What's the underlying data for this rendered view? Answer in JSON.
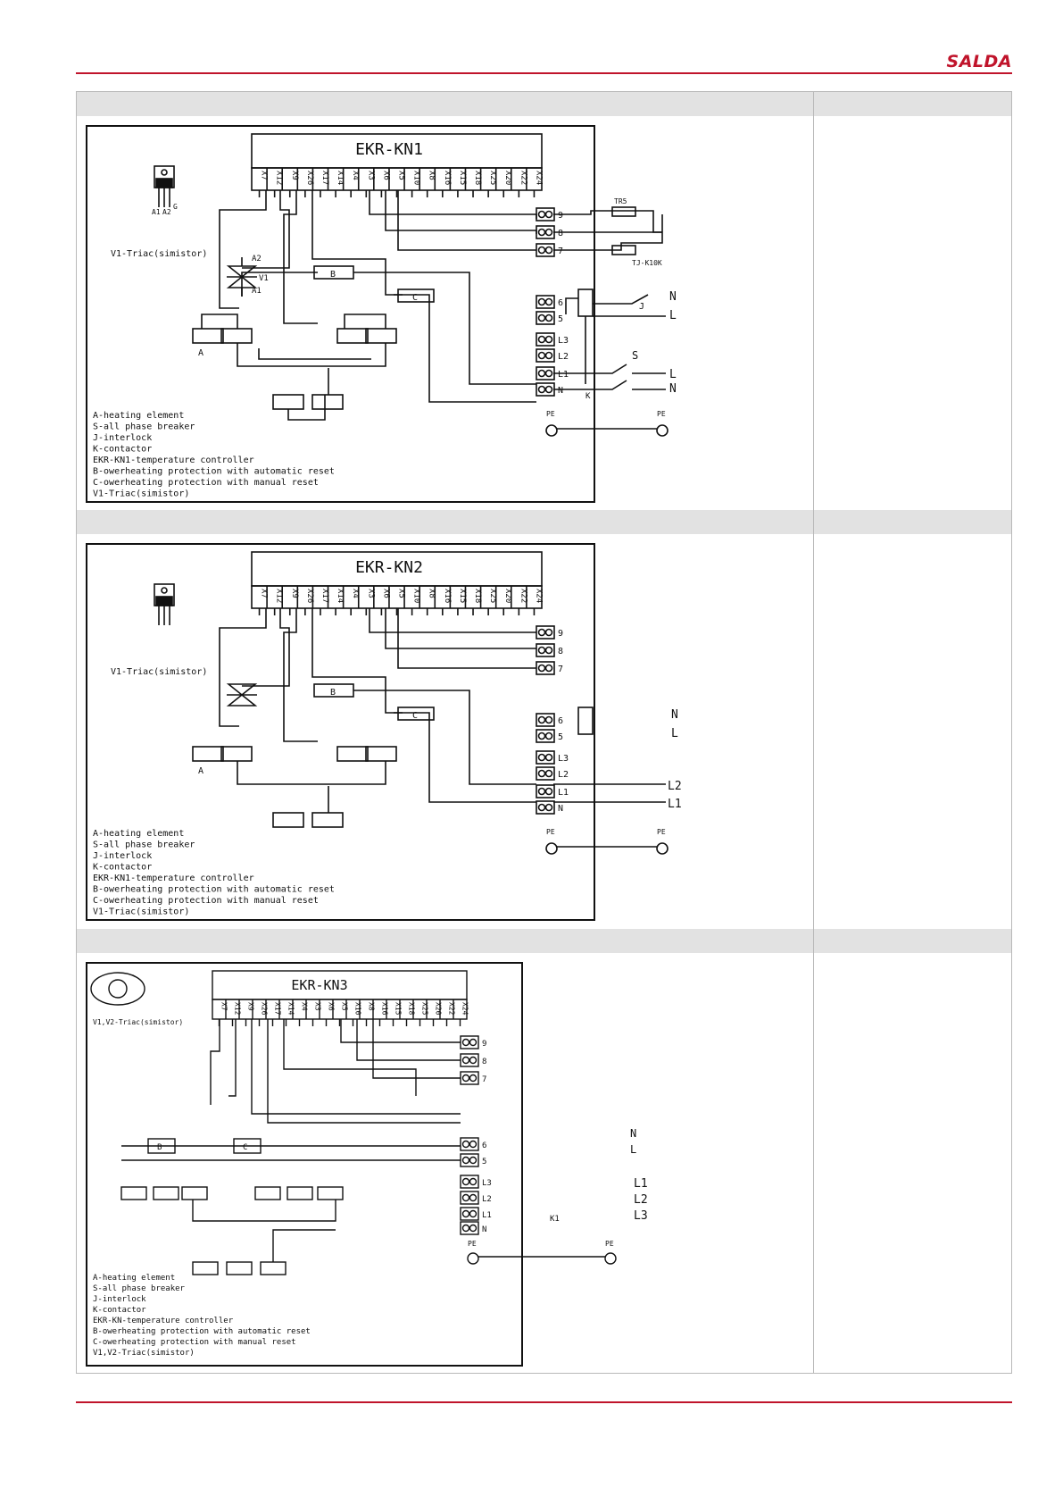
{
  "header": {
    "brand": "SALDA"
  },
  "diagrams": [
    {
      "title": "EKR-KN1",
      "triac_pins": [
        "A1",
        "A2",
        "G"
      ],
      "triac_label": "V1-Triac(simistor)",
      "triac_designator": "V1",
      "terminals_x": [
        "X7",
        "X12",
        "X9",
        "X26",
        "X17",
        "X14",
        "X4",
        "X3",
        "X6",
        "X5",
        "X10",
        "X8",
        "X16",
        "X15",
        "X18",
        "X25",
        "X20",
        "X22",
        "X24"
      ],
      "right_terminals": [
        "9",
        "8",
        "7",
        "6",
        "5",
        "L3",
        "L2",
        "L1",
        "N"
      ],
      "sensor_tr": "TR5",
      "sensor_tj": "TJ-K10K",
      "supply": [
        "N",
        "L",
        "L",
        "N"
      ],
      "legend": [
        "A-heating element",
        "S-all phase breaker",
        "J-interlock",
        "K-contactor",
        "EKR-KN1-temperature controller",
        "B-owerheating protection with automatic reset",
        "C-owerheating protection with manual reset",
        "V1-Triac(simistor)"
      ]
    },
    {
      "title": "EKR-KN2",
      "triac_label": "V1-Triac(simistor)",
      "supply": [
        "N",
        "L",
        "L2",
        "L1"
      ],
      "legend": [
        "A-heating element",
        "S-all phase breaker",
        "J-interlock",
        "K-contactor",
        "EKR-KN1-temperature controller",
        "B-owerheating protection with automatic reset",
        "C-owerheating protection with manual reset",
        "V1-Triac(simistor)"
      ]
    },
    {
      "title": "EKR-KN3",
      "triac_label": "V1,V2-Triac(simistor)",
      "supply": [
        "N",
        "L",
        "L1",
        "L2",
        "L3"
      ],
      "contactor": "K1",
      "legend": [
        "A-heating element",
        "S-all phase breaker",
        "J-interlock",
        "K-contactor",
        "EKR-KN-temperature controller",
        "B-owerheating protection with automatic reset",
        "C-owerheating protection with manual reset",
        "V1,V2-Triac(simistor)"
      ]
    }
  ],
  "labels": {
    "pe": "PE",
    "A": "A",
    "B": "B",
    "C": "C",
    "K": "K",
    "J": "J",
    "S": "S"
  },
  "colors": {
    "accent": "#c0142b",
    "header_bg": "#e2e2e2",
    "line": "#111111"
  }
}
